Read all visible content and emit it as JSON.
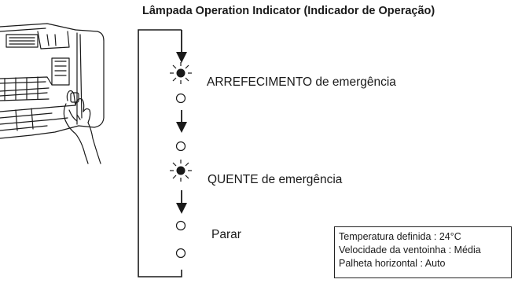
{
  "title": "Lâmpada Operation Indicator (Indicador de Operação)",
  "modes": [
    {
      "label": "ARREFECIMENTO de emergência",
      "lamp_pattern": [
        "lit",
        "off"
      ]
    },
    {
      "label": "QUENTE de emergência",
      "lamp_pattern": [
        "off",
        "lit"
      ]
    },
    {
      "label": "Parar",
      "lamp_pattern": [
        "off",
        "off"
      ]
    }
  ],
  "settings": {
    "temperature": "Temperatura definida : 24°C",
    "fan_speed": "Velocidade da ventoinha : Média",
    "louver": "Palheta horizontal : Auto"
  },
  "icons": {
    "lamp_lit": "indicator-lamp-lit-icon",
    "lamp_off": "indicator-lamp-off-icon",
    "step_arrow": "arrow-down-icon",
    "illustration": "hand-pressing-emergency-button-illustration"
  },
  "colors": {
    "line": "#1a1a1a",
    "background": "#ffffff"
  }
}
